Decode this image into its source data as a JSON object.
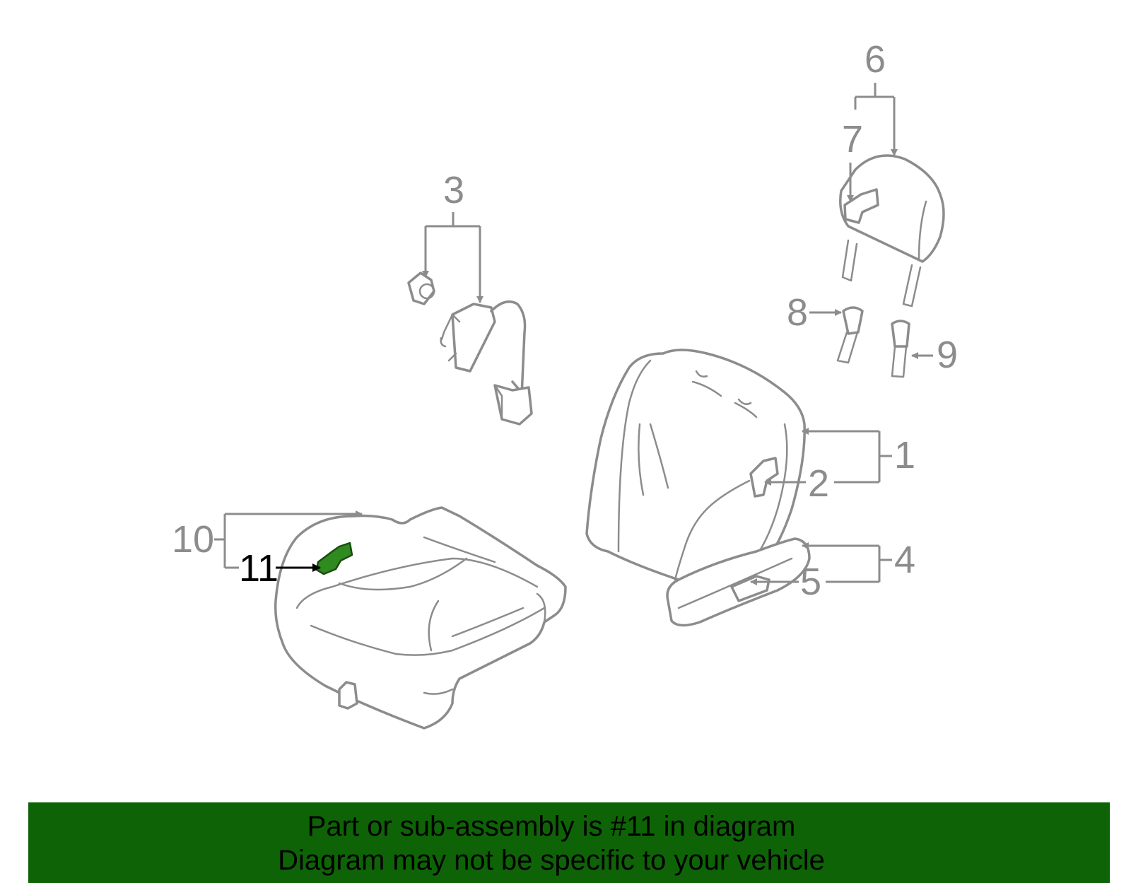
{
  "callouts": {
    "c1": "1",
    "c2": "2",
    "c3": "3",
    "c4": "4",
    "c5": "5",
    "c6": "6",
    "c7": "7",
    "c8": "8",
    "c9": "9",
    "c10": "10",
    "c11": "11"
  },
  "highlighted_part": "11",
  "colors": {
    "line": "#8c8c8c",
    "highlight_part": "#2f8a1f",
    "banner_bg": "#0e6306",
    "highlight_text": "#000000"
  },
  "banner": {
    "line1": "Part or sub-assembly is #11 in diagram",
    "line2": "Diagram may not be specific to your vehicle"
  }
}
